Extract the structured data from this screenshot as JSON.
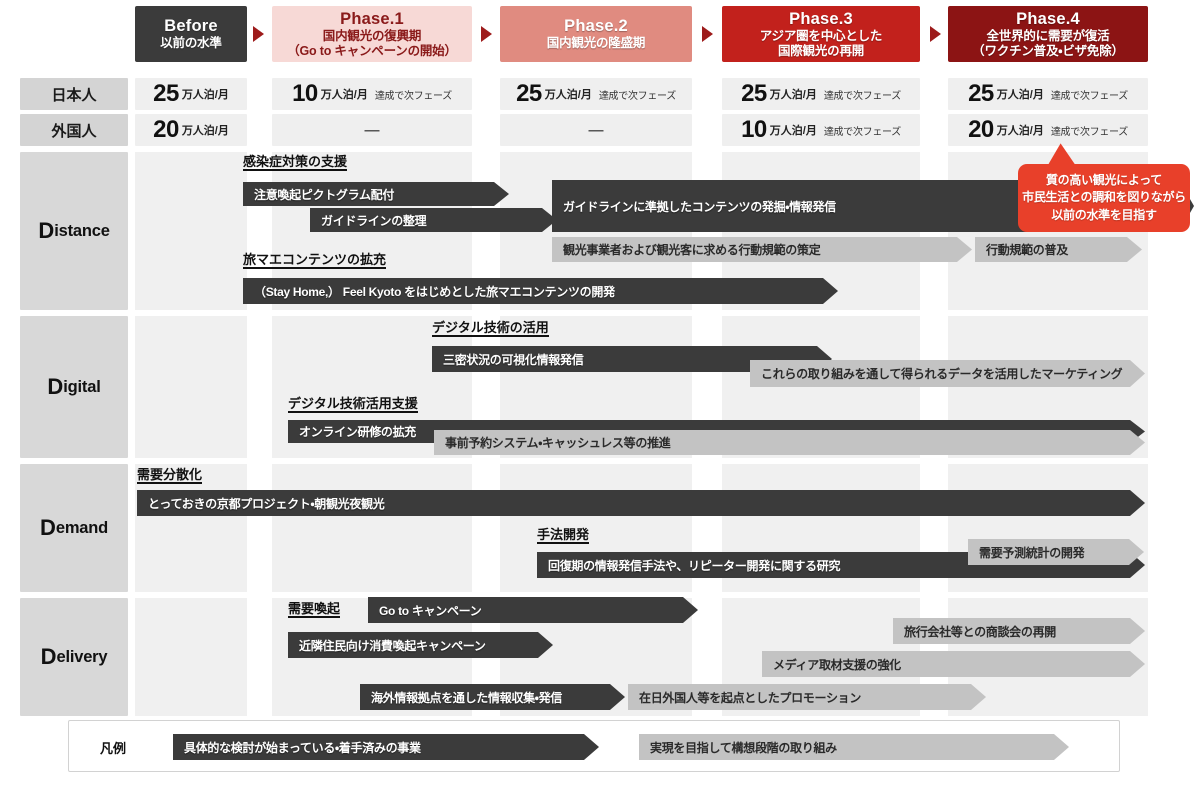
{
  "phases": [
    {
      "id": "before",
      "title": "Before",
      "sub1": "以前の水準",
      "sub2": "",
      "bg": "#3b3b3b",
      "style": "light"
    },
    {
      "id": "phase1",
      "title": "Phase.1",
      "sub1": "国内観光の復興期",
      "sub2": "（Go to キャンペーンの開始）",
      "bg": "#f7d9d6",
      "style": "dark-on-pink"
    },
    {
      "id": "phase2",
      "title": "Phase.2",
      "sub1": "国内観光の隆盛期",
      "sub2": "",
      "bg": "#e08b80",
      "style": "light"
    },
    {
      "id": "phase3",
      "title": "Phase.3",
      "sub1": "アジア圏を中心とした",
      "sub2": "国際観光の再開",
      "bg": "#c2211c",
      "style": "light"
    },
    {
      "id": "phase4",
      "title": "Phase.4",
      "sub1": "全世界的に需要が復活",
      "sub2": "（ワクチン普及・ビザ免除）",
      "bg": "#8c1414",
      "style": "light"
    }
  ],
  "metrics": {
    "unit": "万人泊/月",
    "note": "達成で次フェーズ",
    "dash": "—",
    "rows": [
      {
        "label": "日本人",
        "cells": [
          {
            "value": "25",
            "unit": true,
            "note": false
          },
          {
            "value": "10",
            "unit": true,
            "note": true
          },
          {
            "value": "25",
            "unit": true,
            "note": true
          },
          {
            "value": "25",
            "unit": true,
            "note": true
          },
          {
            "value": "25",
            "unit": true,
            "note": true
          }
        ]
      },
      {
        "label": "外国人",
        "cells": [
          {
            "value": "20",
            "unit": true,
            "note": false
          },
          {
            "value": "",
            "unit": false,
            "note": false
          },
          {
            "value": "",
            "unit": false,
            "note": false
          },
          {
            "value": "10",
            "unit": true,
            "note": true
          },
          {
            "value": "20",
            "unit": true,
            "note": true
          }
        ]
      }
    ]
  },
  "categories": [
    {
      "id": "distance",
      "cap": "D",
      "rest": "istance"
    },
    {
      "id": "digital",
      "cap": "D",
      "rest": "igital"
    },
    {
      "id": "demand",
      "cap": "D",
      "rest": "emand"
    },
    {
      "id": "delivery",
      "cap": "D",
      "rest": "elivery"
    }
  ],
  "headings": {
    "h_infection_support": "感染症対策の支援",
    "h_travel_content": "旅マエコンテンツの拡充",
    "h_digital_use": "デジタル技術の活用",
    "h_digital_support": "デジタル技術活用支援",
    "h_demand_spread": "需要分散化",
    "h_method_dev": "手法開発",
    "h_demand_stim": "需要喚起"
  },
  "bars": {
    "b_pictogram": "注意喚起ピクトグラム配付",
    "b_guideline_org": "ガイドラインの整理",
    "b_guideline_content": "ガイドラインに準拠したコンテンツの発掘・情報発信",
    "b_code_of_conduct": "観光事業者および観光客に求める行動規範の策定",
    "b_code_spread": "行動規範の普及",
    "b_stayhome": "（Stay Home,） Feel Kyoto をはじめとした旅マエコンテンツの開発",
    "b_density_vis": "三密状況の可視化情報発信",
    "b_data_marketing": "これらの取り組みを通して得られるデータを活用したマーケティング",
    "b_online_training": "オンライン研修の拡充",
    "b_reservation": "事前予約システム・キャッシュレス等の推進",
    "b_kyoto_project": "とっておきの京都プロジェクト・朝観光夜観光",
    "b_recovery_research": "回復期の情報発信手法や、リピーター開発に関する研究",
    "b_forecast_stats": "需要予測統計の開発",
    "b_goto": "Go to キャンペーン",
    "b_local_campaign": "近隣住民向け消費喚起キャンペーン",
    "b_overseas_hub": "海外情報拠点を通した情報収集・発信",
    "b_foreign_resident": "在日外国人等を起点としたプロモーション",
    "b_media_support": "メディア取材支援の強化",
    "b_travel_agency": "旅行会社等との商談会の再開"
  },
  "callout": {
    "line1": "質の高い観光によって",
    "line2": "市民生活との調和を図りながら",
    "line3": "以前の水準を目指す"
  },
  "legend": {
    "title": "凡例",
    "dark_label": "具体的な検討が始まっている・着手済みの事業",
    "gray_label": "実現を目指して構想段階の取り組み"
  },
  "colors": {
    "dark_bar": "#3b3b3b",
    "gray_bar": "#c3c3c3",
    "callout_red": "#e8402a",
    "arrow_red": "#9d1b1b",
    "band_gray": "#f0f0f0",
    "label_gray": "#d8d8d8"
  }
}
